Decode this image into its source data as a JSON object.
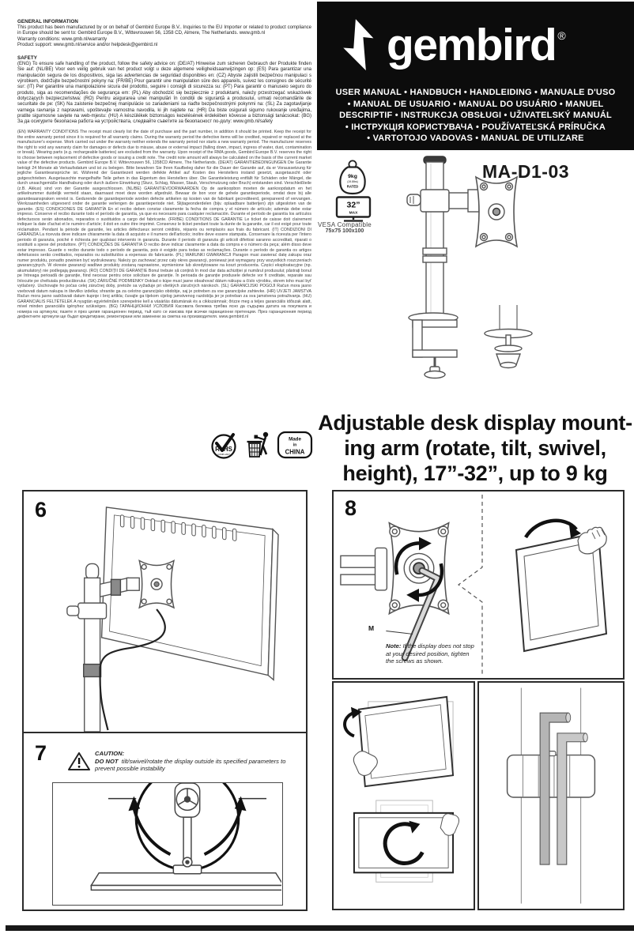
{
  "left_column": {
    "general": {
      "heading": "GENERAL INFORMATION",
      "body": "This product has been manufactured by or on behalf of Gembird Europe B.V.. Inquiries to the EU Importer or related to product compliance in Europe should be sent to: Gembird Europe B.V., Wittevrouwen 56, 1358 CD, Almere, The Netherlands. www.gmb.nl",
      "warranty_line": "Warranty conditions: www.gmb.nl/warranty",
      "support_line": "Product support: www.gmb.nl/service and/or helpdesk@gembird.nl"
    },
    "safety": {
      "heading": "SAFETY",
      "body": "(ENG) To ensure safe handling of the product, follow the safety advice on: (DE/AT) Hinweise zum sicheren Gebrauch der Produkte finden Sie auf: (NL/BE) Voor een veilig gebruik van het product volgt u deze algemene veiligheidsaanwijzingen op: (ES) Para garantizar una manipulación segura de los dispositivos, siga las advertencias de seguridad disponibles en: (CZ) Abyste zajistili bezpečnou manipulaci s výrobkem, dodržujte bezpečnostní pokyny na: (FR/BE) Pour garantir une manipulation sûre des appareils, suivez les consignes de sécurité sur: (IT) Per garantire una manipolazione sicura del prodotto, seguire i consigli di sicurezza su: (PT) Para garantir o manuseio seguro do produto, siga as recomendações de segurança em: (PL) Aby obchodzić się bezpiecznie z produktami, należy przestrzegać wskazówek dotyczących bezpieczeństwa: (RO) Pentru asigurarea unei manipulări în condiții de siguranță a produsului, urmați recomandările de securitate de pe: (SK) Na zaistenie bezpečnej manipulácie so zariadeniami sa riaďte bezpečnostnými pokynmi na: (SL) Za zagotavljanje varnega ravnanja z napravami, upoštevajte varnostna navodila, ki jih najdete na: (HR) Da biste osigurali sigurno rukovanje uređajima, pratite sigurnosne savjete na web-mjestu: (HU) A készülékek biztonságos kezelésének érdekében kövesse a biztonsági tanácsokat: (BG) За да осигурите безопасна работа на устройствата, следвайте съветите за безопасност по-долу: www.gmb.nl/safety"
    },
    "warranty_fine_print": "(EN) WARRANTY CONDITIONS The receipt must clearly list the date of purchase and the part number, in addition it should be printed. Keep the receipt for the entire warranty period since it is required for all warranty claims. During the warranty period the defective items will be credited, repaired or replaced at the manufacturer's expense. Work carried out under the warranty neither extends the warranty period nor starts a new warranty period. The manufacturer reserves the right to void any warranty claim for damages or defects due to misuse, abuse or external impact (falling down, impact, ingress of water, dust, contamination or break). Wearing parts (e.g. rechargeable batteries) are excluded from the warranty. Upon receipt of the RMA goods, Gembird Europe B.V. reserves the right to choose between replacement of defective goods or issuing a credit note. The credit note amount will always be calculated on the basis of the current market value of the defective products. Gembird Europe B.V. Wittevrouwen 56, 1358CD Almere, The Netherlands. (DE/AT) GARANTIEBEDINGUNGEN Die Garantie beträgt 24 Monate ab Verkaufsdatum und ist zu belegen. Bitte bewahren Sie Ihren Kaufbeleg daher für die Dauer der Garantie auf, da er Voraussetzung für jegliche Garantieansprüche ist. Während der Garantiezeit werden defekte Artikel auf Kosten des Herstellers instand gesetzt, ausgetauscht oder gutgeschrieben. Ausgetauschte mangelhafte Teile gehen in das Eigentum des Herstellers über. Die Garantieleistung entfällt für Schäden oder Mängel, die durch unsachgemäße Handhabung oder durch äußere Einwirkung (Sturz, Schlag, Wasser, Staub, Verschmutzung oder Bruch) entstanden sind. Verschleißteile (z.B. Akkus) sind von der Garantie ausgeschlossen. (NL/BE) GARANTIEVOORWAARDEN Op de aankoopbon moeten de aankoopdatum en het artikelnummer duidelijk vermeld staan, daarnaast moet deze worden afgedrukt. Bewaar de bon voor de gehele garantieperiode, omdat deze bij alle garantieaanspraken vereist is. Gedurende de garantieperiode worden defecte artikelen op kosten van de fabrikant gecrediteerd, gerepareerd of vervangen. Werkzaamheden uitgevoerd onder de garantie verlengen de garantieperiode niet. Slijtageonderdelen (bijv. oplaadbare batterijen) zijn uitgesloten van de garantie. (ES) CONDICIONES DE GARANTÍA En el recibo deben constar claramente la fecha de compra y el número de artículo; además debe estar impreso. Conserve el recibo durante todo el período de garantía, ya que es necesario para cualquier reclamación. Durante el período de garantía los artículos defectuosos serán abonados, reparados o sustituidos a cargo del fabricante. (FR/BE) CONDITIONS DE GARANTIE Le ticket de caisse doit clairement indiquer la date d'achat et le numéro d'article; il doit en outre être imprimé. Conservez le ticket pendant toute la durée de la garantie, car il est exigé pour toute réclamation. Pendant la période de garantie, les articles défectueux seront crédités, réparés ou remplacés aux frais du fabricant. (IT) CONDIZIONI DI GARANZIA La ricevuta deve indicare chiaramente la data di acquisto e il numero dell'articolo; inoltre deve essere stampata. Conservare la ricevuta per l'intero periodo di garanzia, poiché è richiesta per qualsiasi intervento in garanzia. Durante il periodo di garanzia gli articoli difettosi saranno accreditati, riparati o sostituiti a spese del produttore. (PT) CONDIÇÕES DE GARANTIA O recibo deve indicar claramente a data da compra e o número da peça; além disso deve estar impresso. Guarde o recibo durante todo o período de garantia, pois é exigido para todas as reclamações. Durante o período de garantia os artigos defeituosos serão creditados, reparados ou substituídos a expensas do fabricante. (PL) WARUNKI GWARANCJI Paragon musi zawierać datę zakupu oraz numer produktu, ponadto powinien być wydrukowany. Należy go zachować przez cały okres gwarancji, ponieważ jest wymagany przy wszystkich roszczeniach gwarancyjnych. W okresie gwarancji wadliwe produkty zostaną naprawione, wymienione lub skredytowane na koszt producenta. Części eksploatacyjne (np. akumulatory) nie podlegają gwarancji. (RO) CONDIȚII DE GARANȚIE Bonul trebuie să conțină în mod clar data achiziției și numărul produsului; păstrați bonul pe întreaga perioadă de garanție, fiind necesar pentru orice solicitare de garanție. În perioada de garanție produsele defecte vor fi creditate, reparate sau înlocuite pe cheltuiala producătorului. (SK) ZÁRUČNÉ PODMIENKY Doklad o kúpe musí jasne obsahovať dátum nákupu a číslo výrobku, okrem toho musí byť vytlačený. Uschovajte ho počas celej záručnej doby, pretože sa vyžaduje pri všetkých záručných nárokoch. (SL) GARANCIJSKI POGOJI Račun mora jasno vsebovati datum nakupa in številko izdelka; shranite ga za celotno garancijsko obdobje, saj je potreben za vse garancijske zahtevke. (HR) UVJETI JAMSTVA Račun mora jasno sadržavati datum kupnje i broj artikla; čuvajte ga tijekom cijelog jamstvenog razdoblja jer je potreban za sva jamstvena potraživanja. (HU) GARANCIÁLIS FELTÉTELEK A nyugtán egyértelműen szerepelnie kell a vásárlás dátumának és a cikkszámnak; őrizze meg a teljes garanciális időszak alatt, mivel minden garanciális igényhez szükséges. (BG) ГАРАНЦИОННИ УСЛОВИЯ Касовата бележка трябва ясно да съдържа датата на покупката и номера на артикула; пазете я през целия гаранционен период, тъй като се изисква при всички гаранционни претенции. През гаранционния период дефектните артикули ще бъдат кредитирани, ремонтирани или заменени за сметка на производителя. www.gembird.nl",
    "compliance": {
      "rohs_label": "RoHS",
      "rohs_sub": "COMPLIANT",
      "made_in_line1": "Made",
      "made_in_line2": "in",
      "made_in_line3": "CHINA"
    }
  },
  "header": {
    "brand": "gembird",
    "registered": "®",
    "languages": [
      "USER MANUAL • HANDBUCH • HANDLEIDING • MANUALE D'USO",
      "• MANUAL DE USUARIO • MANUAL DO USUÁRIO • MANUEL",
      "DESCRIPTIF • INSTRUKCJA OBSŁUGI • UŽIVATELSKÝ MANUÁL",
      "• ІНСТРУКЦІЯ КОРИСТУВАЧА • POUŽÍVATEĽSKÁ PRÍRUČKA",
      "• VARTOTOJO VADOVAS • MANUAL DE UTILIZARE"
    ]
  },
  "product": {
    "model": "MA-D1-03",
    "weight_badge": {
      "value": "9kg",
      "sub": "(19.8lbs)",
      "label": "RATED"
    },
    "size_badge": {
      "value": "32”",
      "label": "MAX"
    },
    "vesa_line1": "VESA Compatible",
    "vesa_line2": "75x75 100x100",
    "title_line1": "Adjustable desk display mount-",
    "title_line2": "ing arm (rotate, tilt, swivel,",
    "title_line3": "height), 17”-32”, up to 9 kg"
  },
  "steps": {
    "step6": {
      "number": "6"
    },
    "step7": {
      "number": "7",
      "caution_title": "CAUTION:",
      "caution_bold": "DO NOT",
      "caution_rest": "tilt/swivel/rotate the display outside its specified parameters to prevent possible instability"
    },
    "step8": {
      "number": "8",
      "key_label": "M",
      "note_bold": "Note:",
      "note_rest": "If the display does not stop at your desired position, tighten the screws as shown."
    }
  }
}
